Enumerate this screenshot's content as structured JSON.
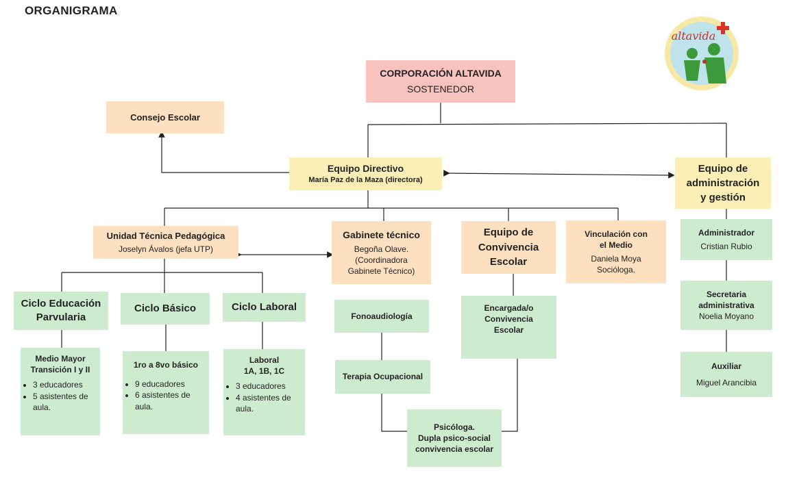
{
  "title": "ORGANIGRAMA",
  "logo": {
    "text": "altavida"
  },
  "corporacion": {
    "name": "CORPORACIÓN ALTAVIDA",
    "role": "SOSTENEDOR"
  },
  "consejo": {
    "name": "Consejo Escolar"
  },
  "directivo": {
    "name": "Equipo Directivo",
    "person": "María Paz de la Maza (directora)"
  },
  "administracion": {
    "name_line1": "Equipo de",
    "name_line2": "administración",
    "name_line3": "y gestión"
  },
  "utp": {
    "name": "Unidad Técnica Pedagógica",
    "person": "Joselyn Ávalos (jefa  UTP)"
  },
  "gabinete": {
    "name": "Gabinete técnico",
    "line1": "Begoña Olave.",
    "line2": "(Coordinadora",
    "line3": "Gabinete Técnico)"
  },
  "convivencia": {
    "line1": "Equipo de",
    "line2": "Convivencia",
    "line3": "Escolar"
  },
  "vinculacion": {
    "line1": "Vinculación con",
    "line2": "el Medio",
    "line3": "Daniela Moya",
    "line4": "Socióloga."
  },
  "administrador": {
    "name": "Administrador",
    "person": "Cristian Rubio"
  },
  "secretaria": {
    "line1": "Secretaria",
    "line2": "administrativa",
    "person": "Noelia Moyano"
  },
  "auxiliar": {
    "name": "Auxiliar",
    "person": "Miguel Arancibia"
  },
  "parvularia": {
    "line1": "Ciclo Educación",
    "line2": "Parvularia"
  },
  "basico": {
    "name": "Ciclo Básico"
  },
  "laboral_ciclo": {
    "name": "Ciclo Laboral"
  },
  "parvularia_detail": {
    "line1": "Medio Mayor",
    "line2": "Transición I y II",
    "items": [
      "3 educadores",
      "5 asistentes de aula."
    ]
  },
  "basico_detail": {
    "line1": "1ro a 8vo básico",
    "items": [
      "9 educadores",
      "6 asistentes de aula."
    ]
  },
  "laboral_detail": {
    "line1": "Laboral",
    "line2": "1A, 1B, 1C",
    "items": [
      "3 educadores",
      "4 asistentes de aula."
    ]
  },
  "fono": {
    "name": "Fonoaudiología"
  },
  "terapia": {
    "name": "Terapia Ocupacional"
  },
  "encargada": {
    "line1": "Encargada/o",
    "line2": "Convivencia",
    "line3": "Escolar"
  },
  "psicologa": {
    "line1": "Psicóloga.",
    "line2": "Dupla psico-social",
    "line3": "convivencia escolar"
  },
  "colors": {
    "pink": "#f8c3bf",
    "peach": "#fde0c0",
    "yellow": "#fcefb6",
    "green": "#cdeccf"
  }
}
